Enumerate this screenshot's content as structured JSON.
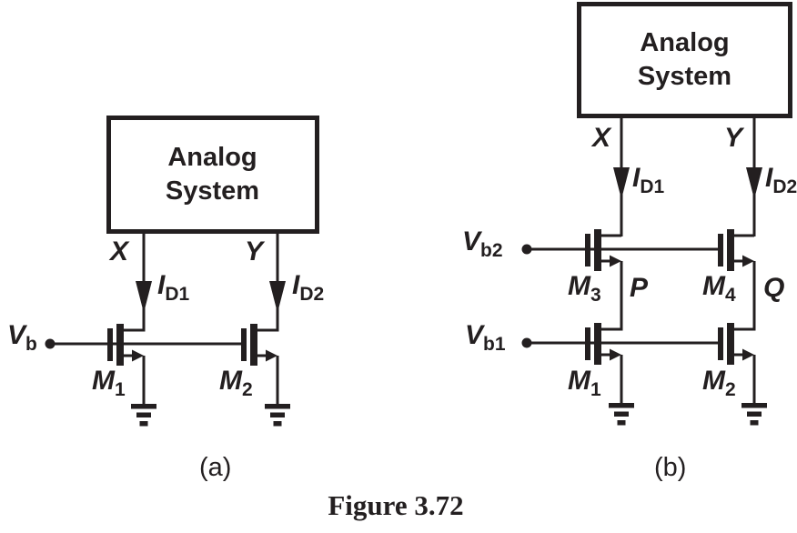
{
  "colors": {
    "ink": "#231f20",
    "background": "#ffffff"
  },
  "figure_caption": "Figure 3.72",
  "circuit_a": {
    "system_box": {
      "line1": "Analog",
      "line2": "System"
    },
    "caption": "(a)",
    "node_x": "X",
    "node_y": "Y",
    "current_1": {
      "base": "I",
      "sub": "D1"
    },
    "current_2": {
      "base": "I",
      "sub": "D2"
    },
    "bias": {
      "base": "V",
      "sub": "b"
    },
    "transistor_1": {
      "base": "M",
      "sub": "1"
    },
    "transistor_2": {
      "base": "M",
      "sub": "2"
    }
  },
  "circuit_b": {
    "system_box": {
      "line1": "Analog",
      "line2": "System"
    },
    "caption": "(b)",
    "node_x": "X",
    "node_y": "Y",
    "node_p": "P",
    "node_q": "Q",
    "current_1": {
      "base": "I",
      "sub": "D1"
    },
    "current_2": {
      "base": "I",
      "sub": "D2"
    },
    "bias_2": {
      "base": "V",
      "sub": "b2"
    },
    "bias_1": {
      "base": "V",
      "sub": "b1"
    },
    "transistor_3": {
      "base": "M",
      "sub": "3"
    },
    "transistor_4": {
      "base": "M",
      "sub": "4"
    },
    "transistor_1": {
      "base": "M",
      "sub": "1"
    },
    "transistor_2": {
      "base": "M",
      "sub": "2"
    }
  }
}
